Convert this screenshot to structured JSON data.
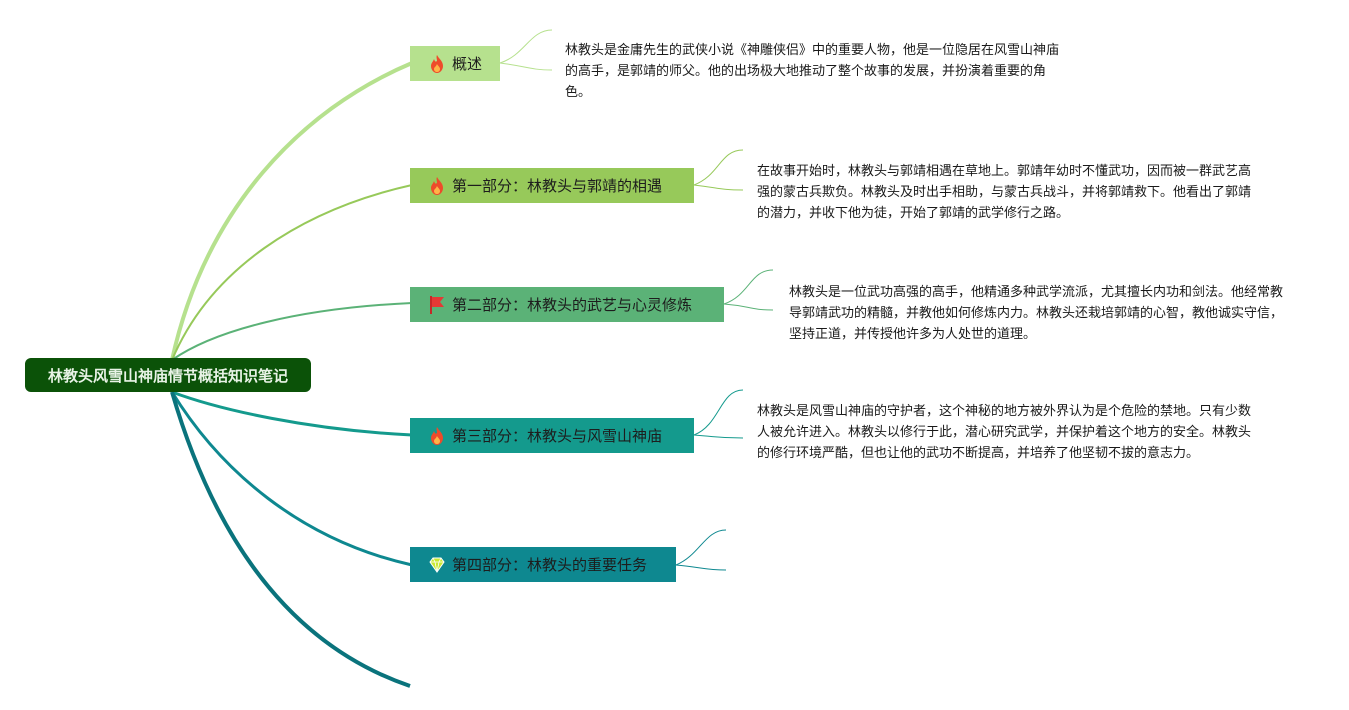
{
  "root": {
    "title": "林教头风雪山神庙情节概括知识笔记",
    "color": "#0b5208"
  },
  "branches": [
    {
      "label": "概述",
      "icon": "fire-icon",
      "color": "#b6e18e",
      "text": "林教头是金庸先生的武侠小说《神雕侠侣》中的重要人物，他是一位隐居在风雪山神庙的高手，是郭靖的师父。他的出场极大地推动了整个故事的发展，并扮演着重要的角色。"
    },
    {
      "label": "第一部分：林教头与郭靖的相遇",
      "icon": "fire-icon",
      "color": "#97c95a",
      "text": "在故事开始时，林教头与郭靖相遇在草地上。郭靖年幼时不懂武功，因而被一群武艺高强的蒙古兵欺负。林教头及时出手相助，与蒙古兵战斗，并将郭靖救下。他看出了郭靖的潜力，并收下他为徒，开始了郭靖的武学修行之路。"
    },
    {
      "label": "第二部分：林教头的武艺与心灵修炼",
      "icon": "red-flag-icon",
      "color": "#5bb277",
      "text": "林教头是一位武功高强的高手，他精通多种武学流派，尤其擅长内功和剑法。他经常教导郭靖武功的精髓，并教他如何修炼内力。林教头还栽培郭靖的心智，教他诚实守信，坚持正道，并传授他许多为人处世的道理。"
    },
    {
      "label": "第三部分：林教头与风雪山神庙",
      "icon": "fire-icon",
      "color": "#149a8d",
      "text": "林教头是风雪山神庙的守护者，这个神秘的地方被外界认为是个危险的禁地。只有少数人被允许进入。林教头以修行于此，潜心研究武学，并保护着这个地方的安全。林教头的修行环境严酷，但也让他的武功不断提高，并培养了他坚韧不拔的意志力。"
    },
    {
      "label": "第四部分：林教头的重要任务",
      "icon": "diamond-icon",
      "color": "#0e8890",
      "text": ""
    }
  ]
}
